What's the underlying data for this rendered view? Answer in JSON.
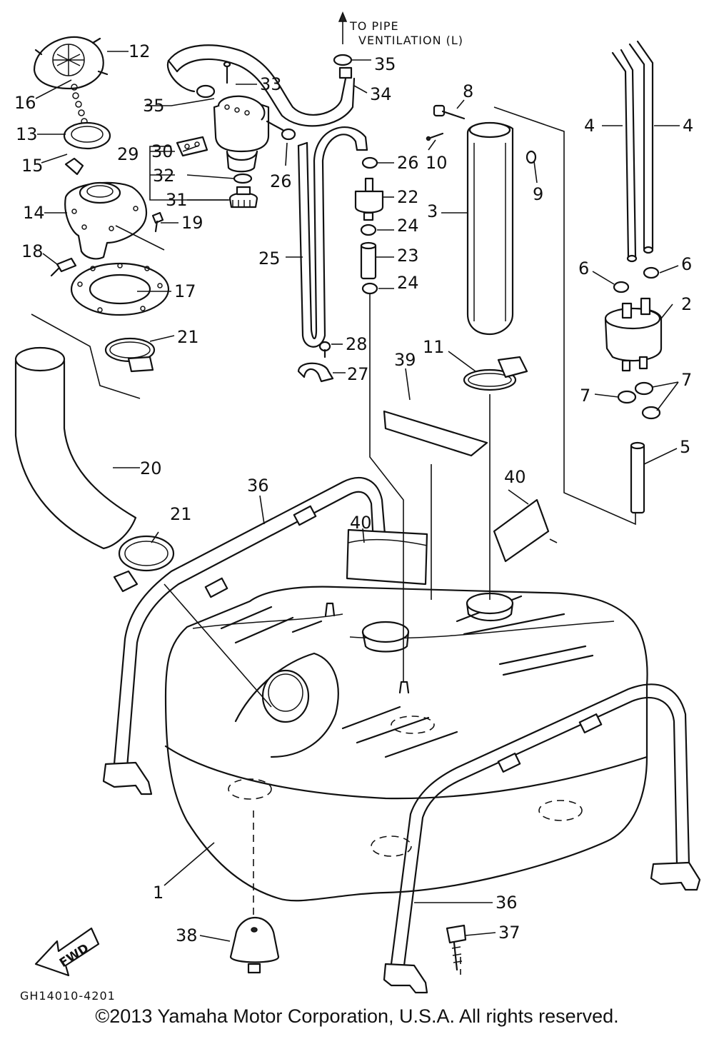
{
  "header_note": {
    "line1": "TO PIPE",
    "line2": "VENTILATION (L)"
  },
  "callouts": [
    {
      "id": "c1",
      "text": "1"
    },
    {
      "id": "c2",
      "text": "2"
    },
    {
      "id": "c3",
      "text": "3"
    },
    {
      "id": "c4a",
      "text": "4"
    },
    {
      "id": "c4b",
      "text": "4"
    },
    {
      "id": "c5",
      "text": "5"
    },
    {
      "id": "c6a",
      "text": "6"
    },
    {
      "id": "c6b",
      "text": "6"
    },
    {
      "id": "c7a",
      "text": "7"
    },
    {
      "id": "c7b",
      "text": "7"
    },
    {
      "id": "c8",
      "text": "8"
    },
    {
      "id": "c9",
      "text": "9"
    },
    {
      "id": "c10",
      "text": "10"
    },
    {
      "id": "c11",
      "text": "11"
    },
    {
      "id": "c12",
      "text": "12"
    },
    {
      "id": "c13",
      "text": "13"
    },
    {
      "id": "c14",
      "text": "14"
    },
    {
      "id": "c15",
      "text": "15"
    },
    {
      "id": "c16",
      "text": "16"
    },
    {
      "id": "c17",
      "text": "17"
    },
    {
      "id": "c18",
      "text": "18"
    },
    {
      "id": "c19",
      "text": "19"
    },
    {
      "id": "c20",
      "text": "20"
    },
    {
      "id": "c21a",
      "text": "21"
    },
    {
      "id": "c21b",
      "text": "21"
    },
    {
      "id": "c22",
      "text": "22"
    },
    {
      "id": "c23",
      "text": "23"
    },
    {
      "id": "c24a",
      "text": "24"
    },
    {
      "id": "c24b",
      "text": "24"
    },
    {
      "id": "c25",
      "text": "25"
    },
    {
      "id": "c26a",
      "text": "26"
    },
    {
      "id": "c26b",
      "text": "26"
    },
    {
      "id": "c27",
      "text": "27"
    },
    {
      "id": "c28",
      "text": "28"
    },
    {
      "id": "c29",
      "text": "29"
    },
    {
      "id": "c30",
      "text": "30"
    },
    {
      "id": "c31",
      "text": "31"
    },
    {
      "id": "c32",
      "text": "32"
    },
    {
      "id": "c33",
      "text": "33"
    },
    {
      "id": "c34",
      "text": "34"
    },
    {
      "id": "c35a",
      "text": "35"
    },
    {
      "id": "c35b",
      "text": "35"
    },
    {
      "id": "c36a",
      "text": "36"
    },
    {
      "id": "c36b",
      "text": "36"
    },
    {
      "id": "c37",
      "text": "37"
    },
    {
      "id": "c38",
      "text": "38"
    },
    {
      "id": "c39",
      "text": "39"
    },
    {
      "id": "c40a",
      "text": "40"
    },
    {
      "id": "c40b",
      "text": "40"
    }
  ],
  "fwd_arrow_label": "FWD",
  "diagram_code": "GH14010-4201",
  "copyright": "©2013 Yamaha Motor Corporation, U.S.A. All rights reserved."
}
